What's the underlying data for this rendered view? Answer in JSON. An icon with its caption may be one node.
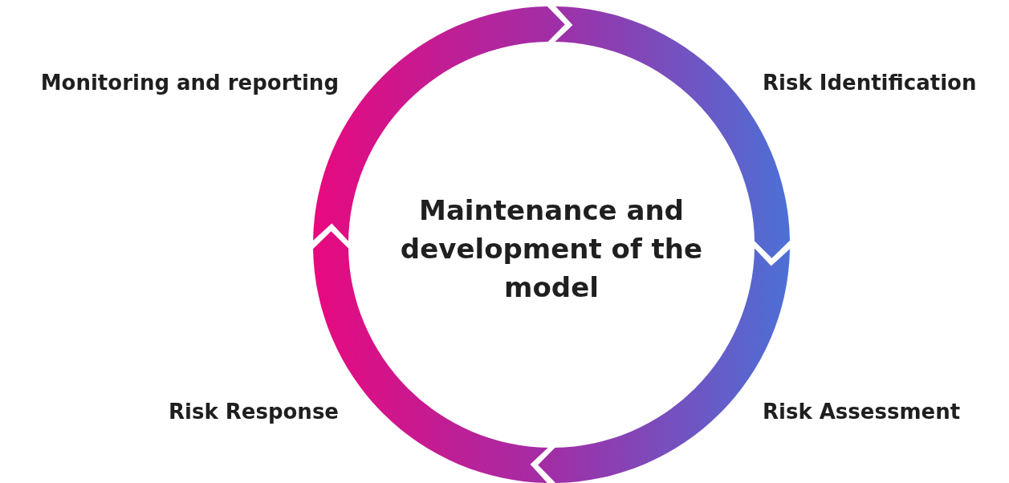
{
  "diagram": {
    "nodes": [
      {
        "text": [],
        "shape": "arc",
        "beside": [
          "Monitoring and reporting"
        ]
      },
      {
        "text": [],
        "shape": "arc",
        "beside": [
          "Risk Identification"
        ]
      },
      {
        "text": [],
        "shape": "arc",
        "beside": [
          "Risk Response"
        ]
      },
      {
        "text": [],
        "shape": "arc",
        "beside": [
          "Risk Assessment"
        ]
      },
      {
        "text": [
          "Maintenance and development of the model"
        ]
      }
    ]
  }
}
